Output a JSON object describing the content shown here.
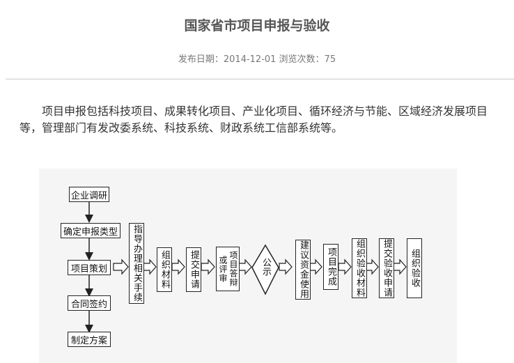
{
  "article": {
    "title": "国家省市项目申报与验收",
    "meta": "发布日期：2014-12-01 浏览次数：75",
    "paragraph": "项目申报包括科技项目、成果转化项目、产业化项目、循环经济与节能、区域经济发展项目等，管理部门有发改委系统、科技系统、财政系统工信部系统等。"
  },
  "flowchart": {
    "left_steps": [
      "企业调研",
      "确定申报类型",
      "项目策划",
      "合同签约",
      "制定方案"
    ],
    "main_steps": [
      "指导办理相关手续",
      "组织材料",
      "提交申请",
      "项目答辩或评审",
      "公示",
      "建议资金使用",
      "项目完成",
      "组织验收材料",
      "提交验收申请",
      "组织验收"
    ]
  }
}
